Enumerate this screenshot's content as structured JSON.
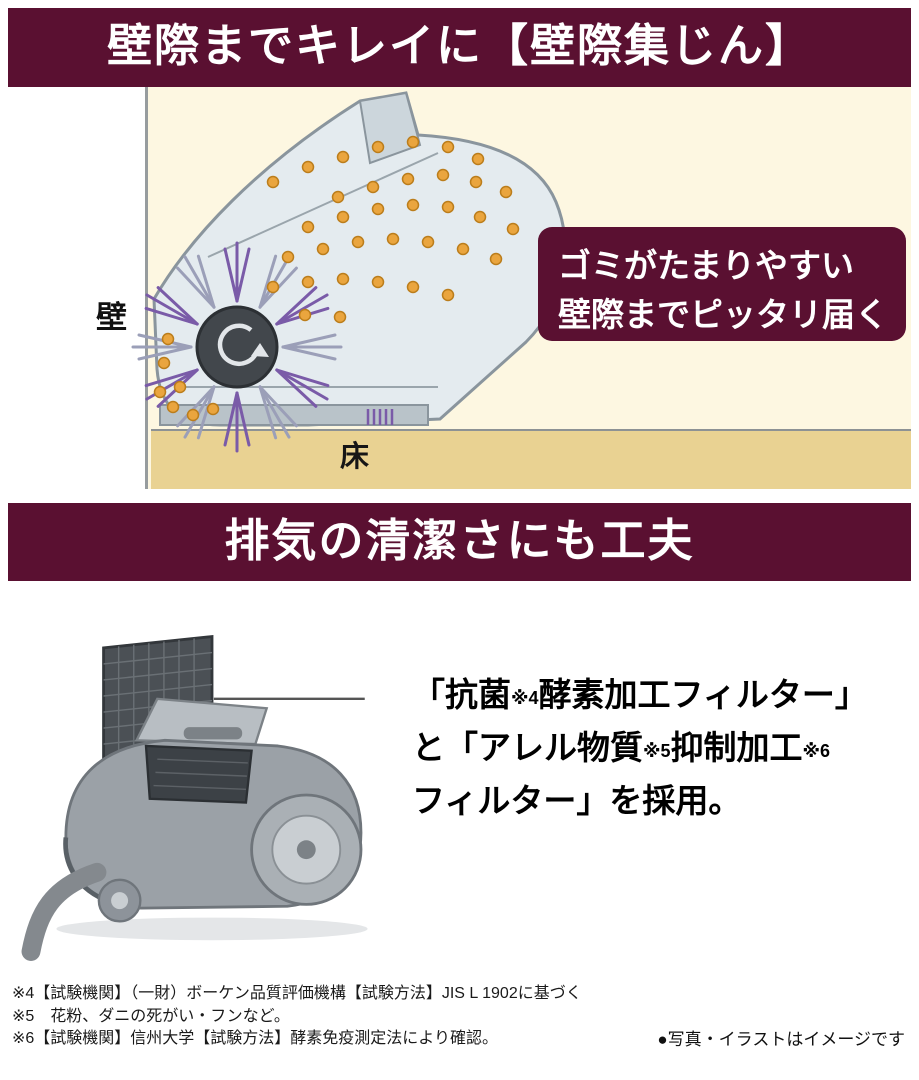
{
  "colors": {
    "accent": "#5a1031",
    "cream": "#fdf7e1",
    "floor": "#e9d292",
    "dust": "#eaa53e",
    "brush_purple": "#7a5ba8"
  },
  "banner_wall": {
    "title": "壁際までキレイに【壁際集じん】"
  },
  "wall_diagram": {
    "wall_label": "壁",
    "floor_label": "床",
    "callout": {
      "line1": "ゴミがたまりやすい",
      "line2": "壁際までピッタリ届く"
    }
  },
  "banner_exhaust": {
    "title": "排気の清潔さにも工夫"
  },
  "filter_section": {
    "text": {
      "seg1": "「抗菌",
      "ref1": "※4",
      "seg2": "酵素加工フィルター」",
      "seg3": "と「アレル物質",
      "ref2": "※5",
      "seg4": "抑制加工",
      "ref3": "※6",
      "seg5": "フィルター」を採用。"
    }
  },
  "footnotes": {
    "items": [
      "※4【試験機関】（一財）ボーケン品質評価機構【試験方法】JIS L 1902に基づく",
      "※5　花粉、ダニの死がい・フンなど。",
      "※6【試験機関】信州大学【試験方法】酵素免疫測定法により確認。"
    ],
    "disclaimer": "●写真・イラストはイメージです"
  }
}
